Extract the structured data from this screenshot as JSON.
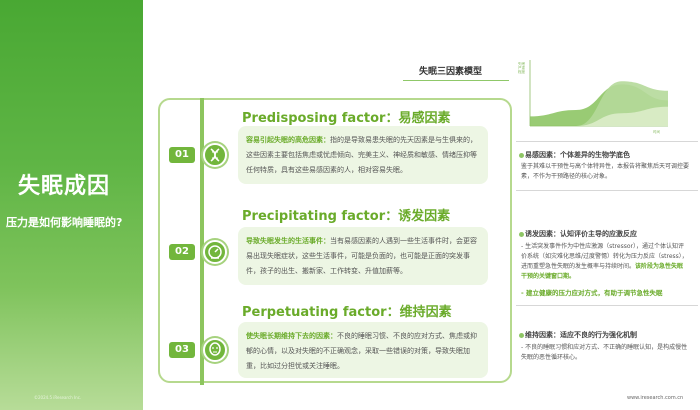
{
  "left": {
    "title": "失眠成因",
    "subtitle": "压力是如何影响睡眠的?",
    "footer": "©2024.5 iResearch Inc."
  },
  "section_title": "失眠三因素模型",
  "factors": [
    {
      "badge": "01",
      "title": "Predisposing factor：易感因素",
      "highlight": "容易引起失眠的高危因素：",
      "text": "指的是导致易患失眠的先天因素是与生俱来的，这些因素主要包括焦虑或忧虑倾向、完美主义、神经质和敏感、情绪压抑等任何特质，具有这些易感因素的人，相对容易失眠。"
    },
    {
      "badge": "02",
      "title": "Precipitating factor：诱发因素",
      "highlight": "导致失眠发生的生活事件：",
      "text": "当有易感因素的人遇到一些生活事件时，会更容易出现失眠症状，这些生活事件，可能是负面的，也可能是正面的突发事件，孩子的出生、搬新家、工作转变、升值加薪等。"
    },
    {
      "badge": "03",
      "title": "Perpetuating factor：维持因素",
      "highlight": "使失眠长期维持下去的因素：",
      "text": "不良的睡眠习惯、不良的应对方式、焦虑或抑郁的心情，以及对失眠的不正确观念，采取一些错误的对策，导致失眠加重，比如过分担忧或关注睡眠。"
    }
  ],
  "chart_data": {
    "type": "area",
    "ylabel": "失眠严重程度",
    "xlabel": "时间",
    "series": [
      {
        "values": [
          0.15,
          0.25,
          0.65,
          0.4
        ]
      },
      {
        "values": [
          0.0,
          0.0,
          0.7,
          0.55
        ]
      },
      {
        "values": [
          0.0,
          0.0,
          0.2,
          0.3
        ]
      }
    ],
    "colors": [
      "#8ec565",
      "#b5d99a",
      "#dbedc9"
    ]
  },
  "right": [
    {
      "title": "易感因素：个体差异的生物学底色",
      "body": "鉴于其难以干预性与高个体特异性，本报告将聚焦后天可调控要素，不作为干预路径的核心对象。"
    },
    {
      "title": "诱发因素：认知评价主导的应激反应",
      "body_a": "- 生活突发事件作为中性应激源（stressor），通过个体认知评价系统（如灾难化思维/过度警惕）转化为压力反应（stress），进而重塑急性失眠的发生概率与持续时间。",
      "body_em": "该阶段为急性失眠干预的关键窗口期。",
      "green": "- 建立健康的压力应对方式，有助于调节急性失眠"
    },
    {
      "title": "维持因素：适应不良的行为强化机制",
      "body": "- 不良的睡眠习惯和应对方式、不正确的睡眠认知，是构成慢性失眠的恶性循环核心。"
    }
  ],
  "footer_url": "www.iresearch.com.cn"
}
